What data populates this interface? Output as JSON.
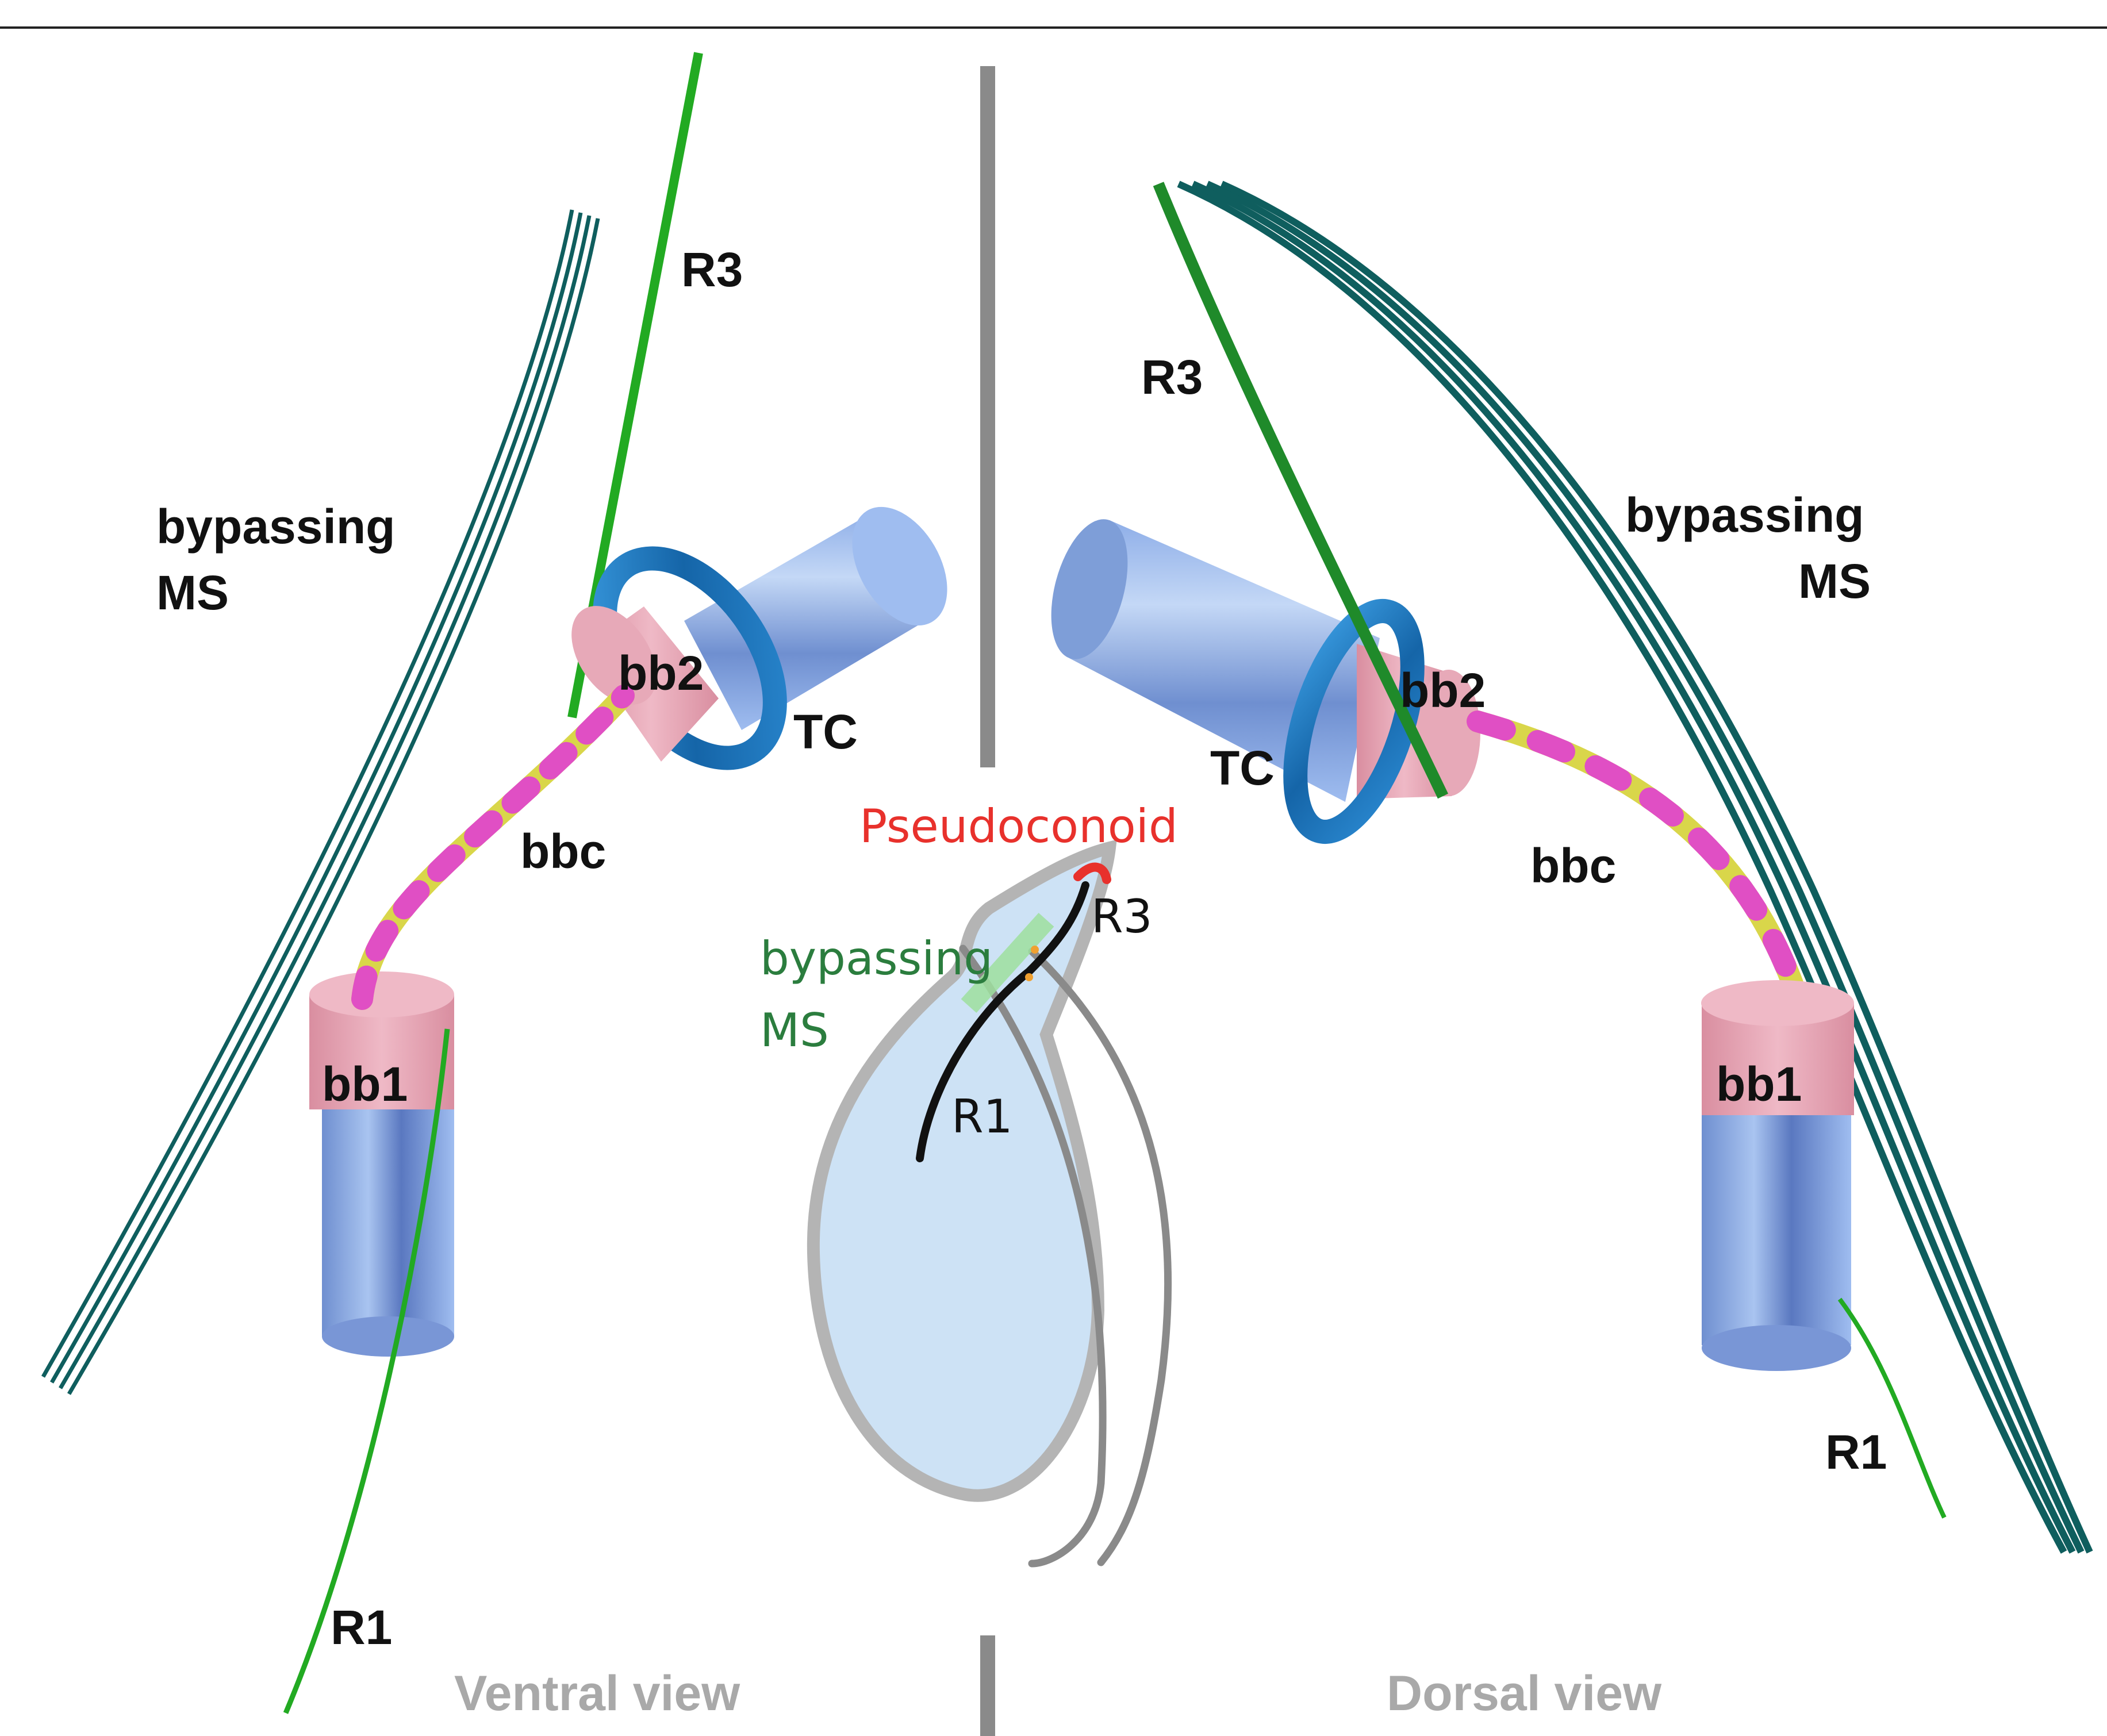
{
  "colors": {
    "microtubule_root": "#22aa22",
    "bypassing_ms": "#0f5e5e",
    "basal_body_cap": "#e7a9b8",
    "basal_body_body": "#8fb1e2",
    "ring": "#1f7fc4",
    "connector_pink": "#e04fc4",
    "connector_yellow": "#d9d64a",
    "pseudoconoid": "#e8312c",
    "bypassing_ms_label": "#2b7d3e",
    "view_label": "#a9a9a9",
    "cell_fill": "#cde2f5",
    "cell_outline": "#b4b4b4",
    "divider": "#8a8a8a"
  },
  "ventral": {
    "r3": "R3",
    "bypassing": "bypassing",
    "ms": "MS",
    "bb2": "bb2",
    "tc": "TC",
    "bbc": "bbc",
    "bb1": "bb1",
    "r1": "R1",
    "view": "Ventral view"
  },
  "dorsal": {
    "r3": "R3",
    "bypassing": "bypassing",
    "ms": "MS",
    "bb2": "bb2",
    "tc": "TC",
    "bbc": "bbc",
    "bb1": "bb1",
    "r1": "R1",
    "view": "Dorsal view"
  },
  "cell": {
    "pseudoconoid": "Pseudoconoid",
    "r3": "R3",
    "bypassing": "bypassing",
    "ms": "MS",
    "r1": "R1"
  }
}
